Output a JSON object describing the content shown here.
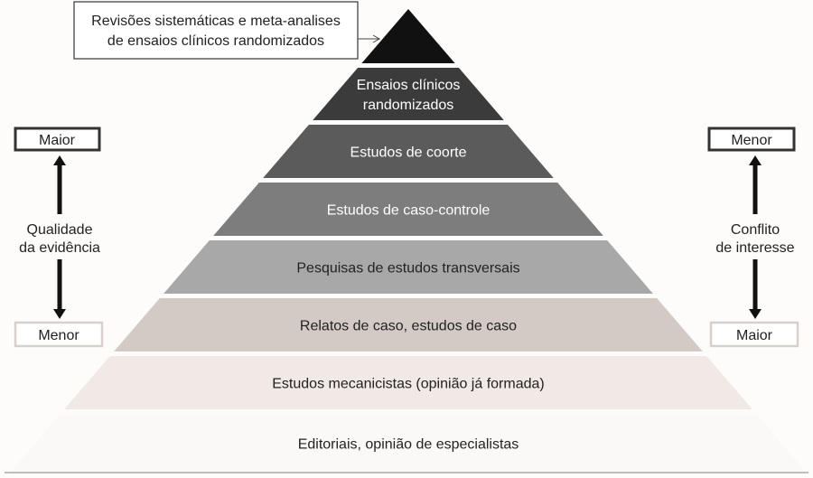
{
  "callout": {
    "line1": "Revisões sistemáticas e meta-analises",
    "line2": "de ensaios clínicos randomizados"
  },
  "layers": [
    {
      "lines": [],
      "color": "#111111",
      "text_color": "#ffffff"
    },
    {
      "lines": [
        "Ensaios clínicos",
        "randomizados"
      ],
      "color": "#3b3b3b",
      "text_color": "#ffffff"
    },
    {
      "lines": [
        "Estudos de coorte"
      ],
      "color": "#5b5b5b",
      "text_color": "#ffffff"
    },
    {
      "lines": [
        "Estudos de caso-controle"
      ],
      "color": "#7d7d7d",
      "text_color": "#ffffff"
    },
    {
      "lines": [
        "Pesquisas de estudos transversais"
      ],
      "color": "#a8a8a8",
      "text_color": "#222222"
    },
    {
      "lines": [
        "Relatos de caso, estudos de caso"
      ],
      "color": "#d3cac6",
      "text_color": "#222222"
    },
    {
      "lines": [
        "Estudos mecanicistas (opinião já formada)"
      ],
      "color": "#f1e9e6",
      "text_color": "#222222"
    },
    {
      "lines": [
        "Editoriais, opinião de especialistas"
      ],
      "color": "#fbf9f8",
      "text_color": "#222222"
    }
  ],
  "left_scale": {
    "top": "Maior",
    "label_line1": "Qualidade",
    "label_line2": "da evidência",
    "bottom": "Menor"
  },
  "right_scale": {
    "top": "Menor",
    "label_line1": "Conflito",
    "label_line2": "de interesse",
    "bottom": "Maior"
  }
}
